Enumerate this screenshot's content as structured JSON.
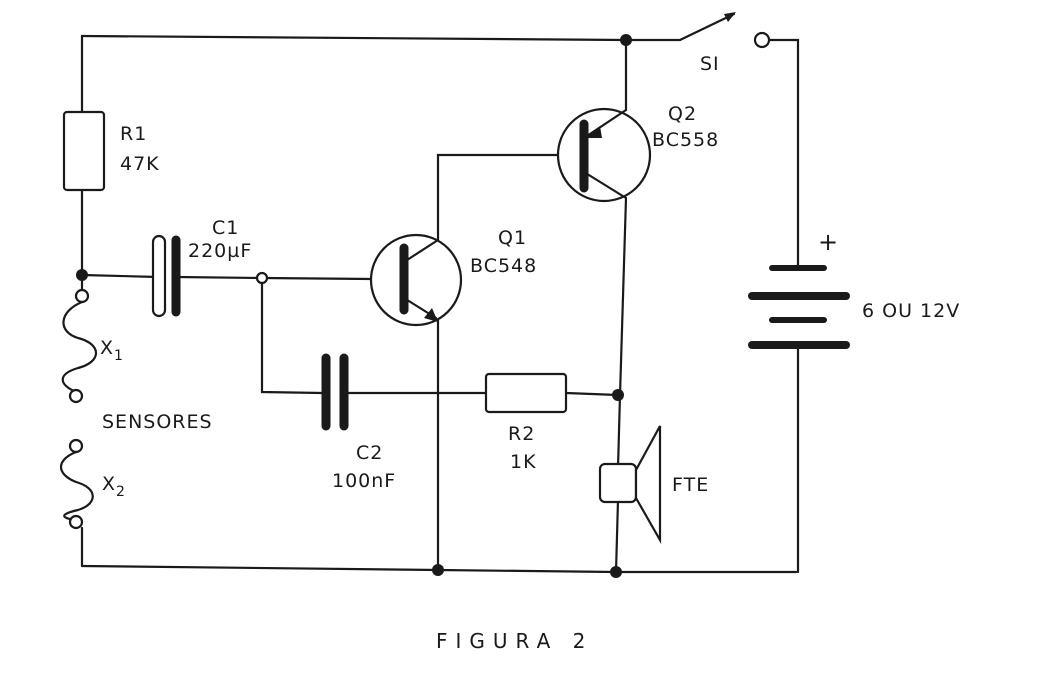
{
  "components": {
    "r1": {
      "ref": "R1",
      "value": "47K"
    },
    "c1": {
      "ref": "C1",
      "value": "220µF"
    },
    "q1": {
      "ref": "Q1",
      "value": "BC548"
    },
    "q2": {
      "ref": "Q2",
      "value": "BC558"
    },
    "c2": {
      "ref": "C2",
      "value": "100nF"
    },
    "r2": {
      "ref": "R2",
      "value": "1K"
    },
    "speaker": {
      "ref": "FTE"
    },
    "switch": {
      "ref": "SI"
    },
    "battery": {
      "polarity": "+",
      "value": "6 OU 12V"
    },
    "sensors": {
      "label": "SENSORES",
      "x1": "X",
      "x1_sub": "1",
      "x2": "X",
      "x2_sub": "2"
    }
  },
  "caption": "FIGURA 2"
}
